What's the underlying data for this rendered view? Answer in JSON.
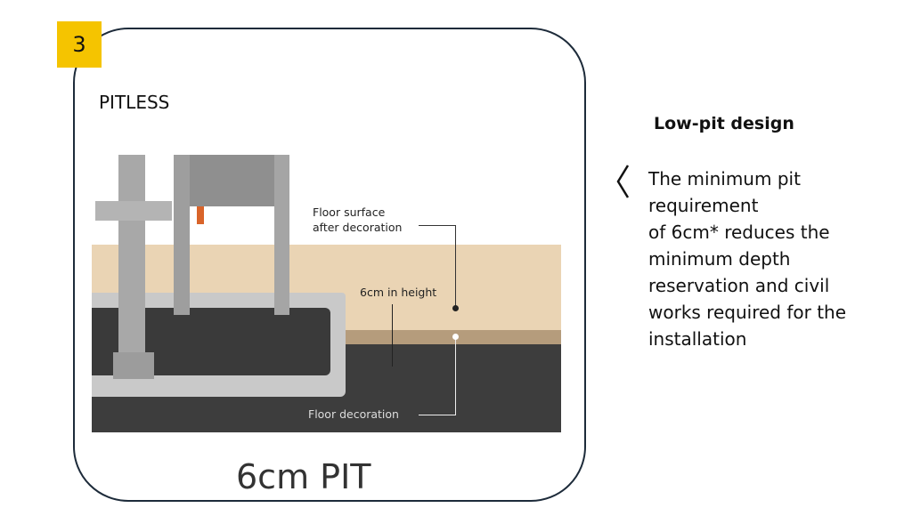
{
  "badge": "3",
  "card": {
    "title": "PITLESS",
    "caption": "6cm PIT",
    "illustration": {
      "label_floor_surface": [
        "Floor surface",
        "after decoration"
      ],
      "label_height": "6cm in height",
      "label_floor_decoration": "Floor decoration"
    }
  },
  "side": {
    "heading": "Low-pit design",
    "lines": [
      "The minimum pit",
      "requirement",
      "of 6cm* reduces the",
      "minimum depth",
      "reservation and civil",
      "works required for the",
      "installation"
    ]
  },
  "colors": {
    "badge": "#f5c400",
    "beige": "#ead4b4",
    "floor": "#3d3d3d",
    "border": "#1d2b3a"
  }
}
